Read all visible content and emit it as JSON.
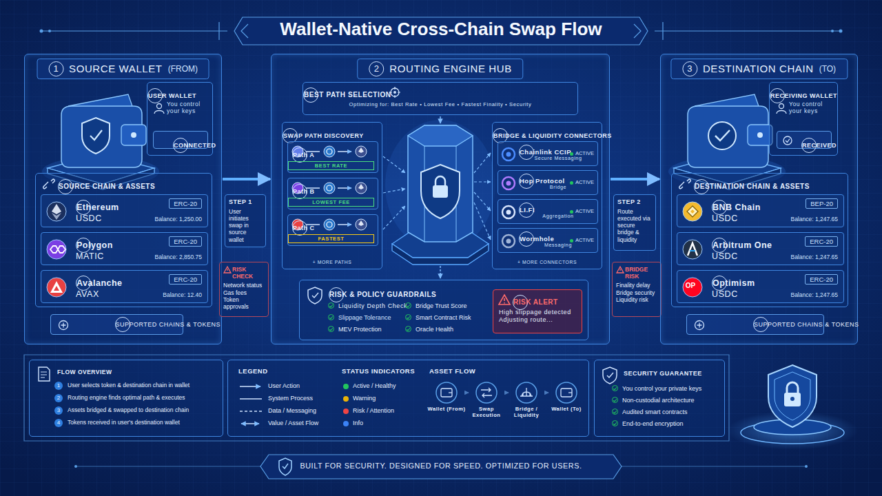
{
  "diagram": {
    "title": "Wallet-Native Cross-Chain Swap Flow",
    "caption": "BUILT FOR SECURITY. DESIGNED FOR SPEED. OPTIMIZED FOR USERS.",
    "nodes": [
      {
        "text": [
          "1",
          "SOURCE WALLET",
          "(FROM)"
        ]
      },
      {
        "text": [
          "USER WALLET",
          "You control your keys"
        ],
        "in": 0
      },
      {
        "text": [
          "CONNECTED"
        ],
        "in": 1
      },
      {
        "text": [
          "SOURCE CHAIN & ASSETS"
        ],
        "in": 0
      },
      {
        "text": [
          "Ethereum",
          "USDC",
          "ERC-20",
          "Balance: 1,250.00"
        ],
        "in": 3
      },
      {
        "text": [
          "Polygon",
          "MATIC",
          "ERC-20",
          "Balance: 2,850.75"
        ],
        "in": 3
      },
      {
        "text": [
          "Avalanche",
          "AVAX",
          "ERC-20",
          "Balance: 12.40"
        ],
        "in": 3
      },
      {
        "text": [
          "SUPPORTED CHAINS & TOKENS"
        ],
        "in": 0
      },
      {
        "text": [
          "2",
          "ROUTING ENGINE HUB"
        ]
      },
      {
        "text": [
          "BEST PATH SELECTION",
          "Optimizing for: Best Rate • Lowest Fee • Fastest Finality • Security"
        ],
        "in": 8
      },
      {
        "text": [
          "SWAP PATH DISCOVERY",
          "+ MORE PATHS"
        ],
        "in": 8
      },
      {
        "text": [
          "Path A",
          "BEST RATE"
        ],
        "in": 10
      },
      {
        "text": [
          "Path B",
          "LOWEST FEE"
        ],
        "in": 10
      },
      {
        "text": [
          "Path C",
          "FASTEST"
        ],
        "in": 10
      },
      {
        "text": [
          "BRIDGE & LIQUIDITY CONNECTORS",
          "+ MORE CONNECTORS"
        ],
        "in": 8
      },
      {
        "text": [
          "Chainlink CCIP",
          "Secure Messaging",
          "ACTIVE"
        ],
        "in": 14
      },
      {
        "text": [
          "Hop Protocol",
          "Bridge",
          "ACTIVE"
        ],
        "in": 14
      },
      {
        "text": [
          "LI.FI",
          "Aggregation",
          "ACTIVE"
        ],
        "in": 14
      },
      {
        "text": [
          "Wormhole",
          "Messaging",
          "ACTIVE"
        ],
        "in": 14
      },
      {
        "text": [
          "RISK & POLICY GUARDRAILS",
          "Liquidity Depth Check",
          "Slippage Tolerance",
          "MEV Protection",
          "Bridge Trust Score",
          "Smart Contract Risk",
          "Oracle Health"
        ],
        "in": 8
      },
      {
        "text": [
          "RISK ALERT",
          "High slippage detected Adjusting route..."
        ],
        "in": 19
      },
      {
        "text": [
          "STEP 1",
          "User initiates swap in source wallet"
        ]
      },
      {
        "text": [
          "RISK CHECK",
          "Network status",
          "Gas fees",
          "Token approvals"
        ]
      },
      {
        "text": [
          "STEP 2",
          "Route executed via secure bridge & liquidity"
        ]
      },
      {
        "text": [
          "BRIDGE RISK",
          "Finality delay",
          "Bridge security",
          "Liquidity risk"
        ]
      },
      {
        "text": [
          "3",
          "DESTINATION CHAIN",
          "(TO)"
        ]
      },
      {
        "text": [
          "RECEIVING WALLET",
          "You control your keys"
        ],
        "in": 25
      },
      {
        "text": [
          "RECEIVED"
        ],
        "in": 26
      },
      {
        "text": [
          "DESTINATION CHAIN & ASSETS"
        ],
        "in": 25
      },
      {
        "text": [
          "BNB Chain",
          "USDC",
          "BEP-20",
          "Balance: 1,247.65"
        ],
        "in": 28
      },
      {
        "text": [
          "Arbitrum One",
          "USDC",
          "ERC-20",
          "Balance: 1,247.65"
        ],
        "in": 28
      },
      {
        "text": [
          "Optimism",
          "USDC",
          "ERC-20",
          "Balance: 1,247.65"
        ],
        "in": 28
      },
      {
        "text": [
          "SUPPORTED CHAINS & TOKENS"
        ],
        "in": 25
      },
      {
        "text": [
          "FLOW OVERVIEW",
          "1",
          "User selects token & destination chain in wallet",
          "2",
          "Routing engine finds optimal path & executes",
          "3",
          "Assets bridged & swapped to destination chain",
          "4",
          "Tokens received in user's destination wallet"
        ]
      },
      {
        "text": [
          "LEGEND",
          "STATUS INDICATORS",
          "ASSET FLOW"
        ]
      },
      {
        "text": [
          "Wallet (From)"
        ],
        "in": 34
      },
      {
        "text": [
          "Swap Execution"
        ],
        "in": 34
      },
      {
        "text": [
          "Bridge / Liquidity"
        ],
        "in": 34
      },
      {
        "text": [
          "Wallet (To)"
        ],
        "in": 34
      },
      {
        "text": [
          "SECURITY GUARANTEE",
          "You control your private keys",
          "Non-custodial architecture",
          "Audited smart contracts",
          "End-to-end encryption"
        ]
      }
    ],
    "edges": [
      {
        "from": 0,
        "to": 8,
        "arrow": "to"
      },
      {
        "from": 8,
        "to": 25,
        "arrow": "to"
      },
      {
        "from": 35,
        "to": 36,
        "arrow": "to"
      },
      {
        "from": 36,
        "to": 37,
        "arrow": "to"
      },
      {
        "from": 37,
        "to": 38,
        "arrow": "to"
      }
    ],
    "labels": [
      "OP"
    ],
    "legend": [
      {
        "text": "User Action"
      },
      {
        "text": "System Process"
      },
      {
        "text": "Data / Messaging"
      },
      {
        "text": "Value / Asset Flow"
      },
      {
        "text": "Active / Healthy",
        "color": "#22c55e"
      },
      {
        "text": "Warning",
        "color": "#eab308"
      },
      {
        "text": "Risk / Attention",
        "color": "#ef4444"
      },
      {
        "text": "Info",
        "color": "#3b82f6"
      }
    ]
  }
}
